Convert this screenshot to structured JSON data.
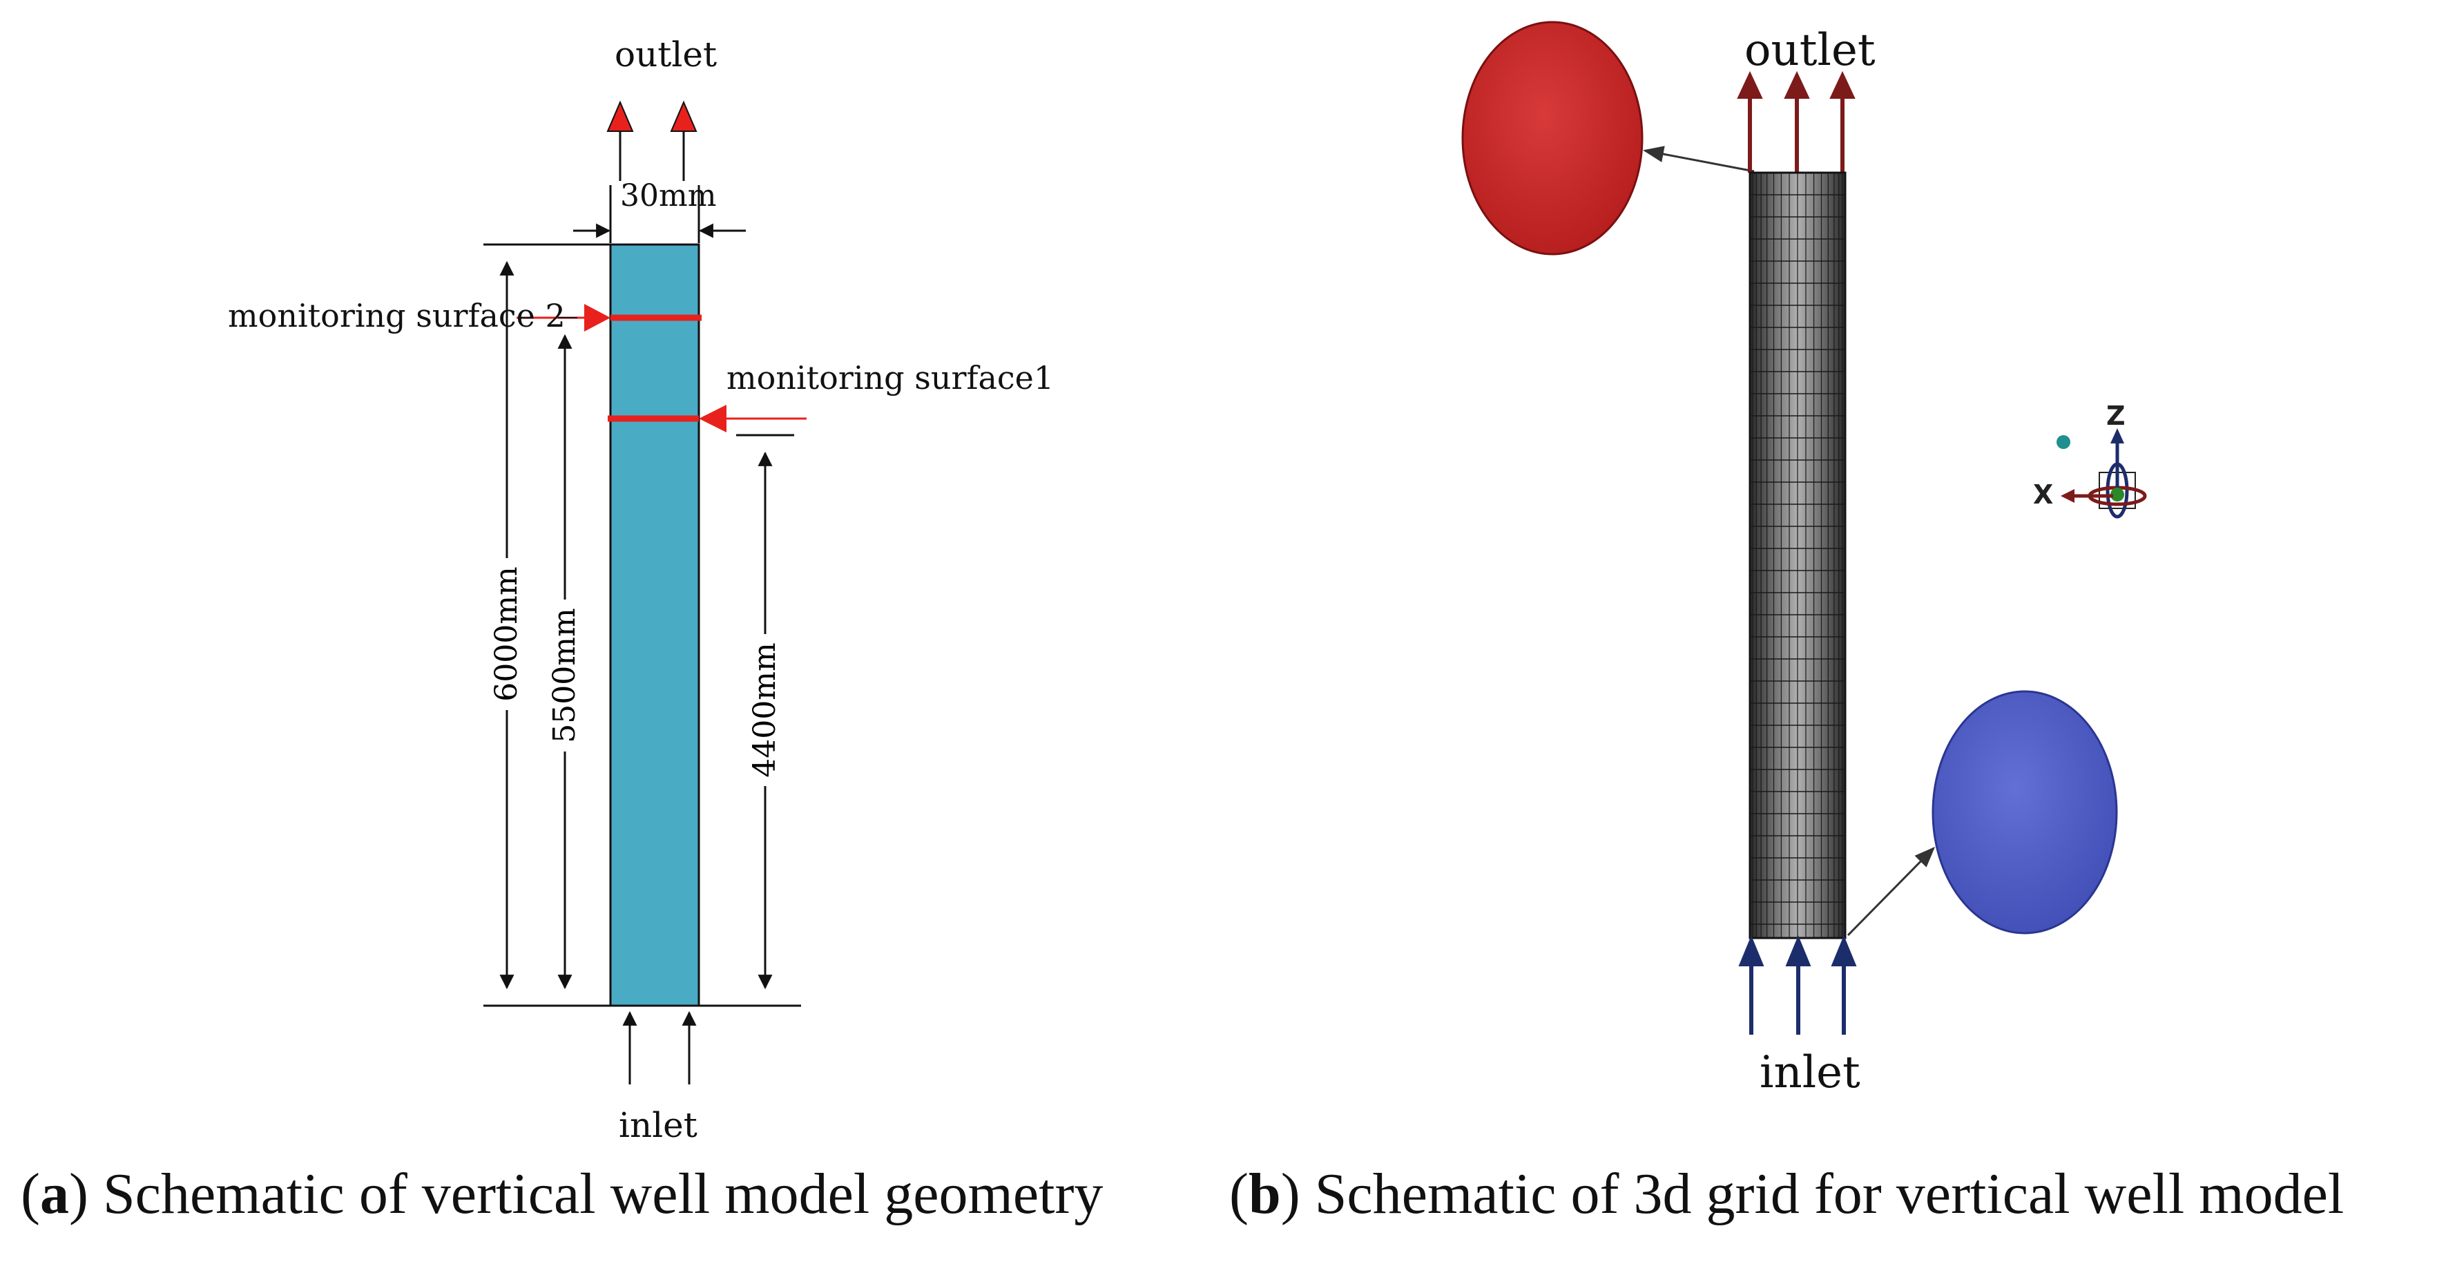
{
  "panel_a": {
    "outlet_label": "outlet",
    "inlet_label": "inlet",
    "width_label": "30mm",
    "surface2_label": "monitoring surface 2",
    "surface1_label": "monitoring surface1",
    "dim_total": "6000mm",
    "dim_surface2": "5500mm",
    "dim_surface1": "4400mm",
    "caption_letter": "a",
    "caption_text": "Schematic of vertical well model geometry"
  },
  "panel_b": {
    "outlet_label": "outlet",
    "inlet_label": "inlet",
    "axis_z": "Z",
    "axis_x": "X",
    "caption_letter": "b",
    "caption_text": "Schematic of 3d grid for vertical well model"
  },
  "colors": {
    "pipe_fill": "#4aabc5",
    "monitor_red": "#e8211d",
    "outlet_disc": "#d42a2a",
    "inlet_disc": "#5563c9",
    "outlet_arrow": "#7d1a1a",
    "inlet_arrow": "#1c2d6b"
  }
}
